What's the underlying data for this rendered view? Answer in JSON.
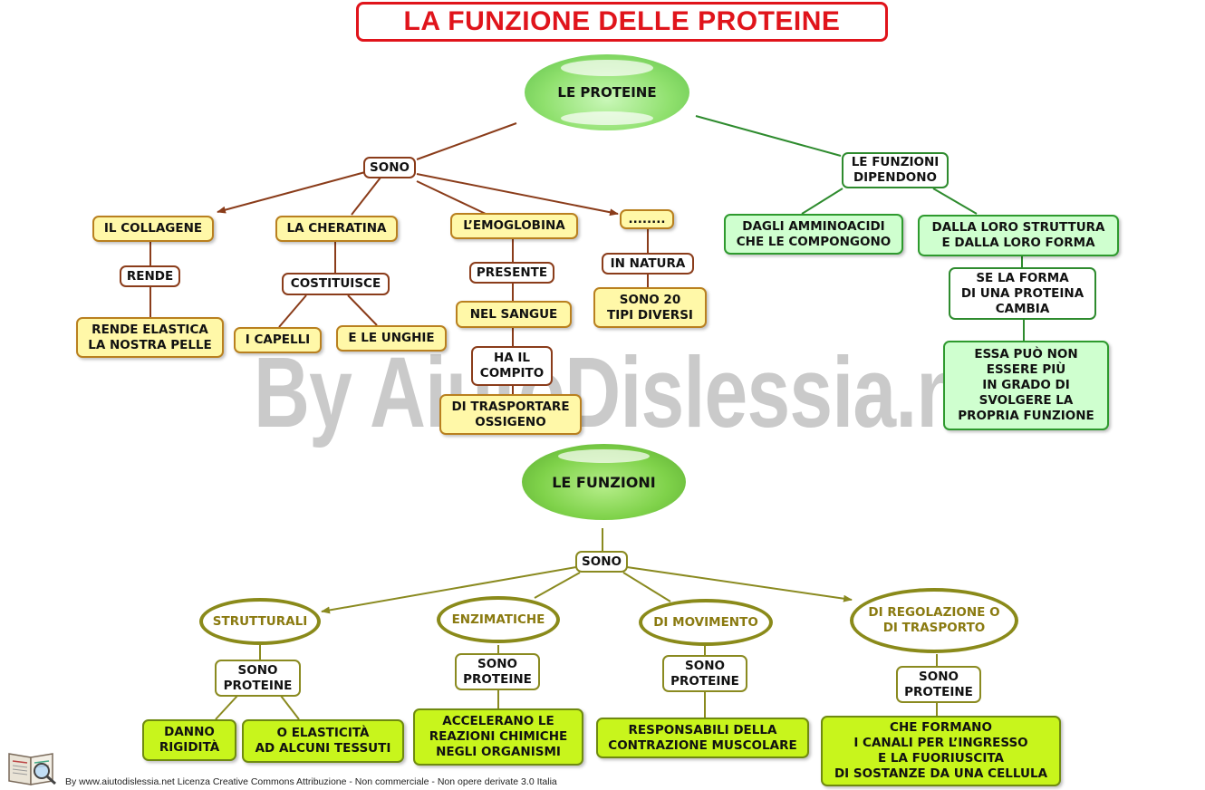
{
  "title": "LA FUNZIONE DELLE PROTEINE",
  "watermark": "By AiutoDislessia.net",
  "footer": "By www.aiutodislessia.net Licenza Creative Commons Attribuzione - Non commerciale - Non opere derivate 3.0 Italia",
  "colors": {
    "title_red": "#e0141b",
    "brown_line": "#8a3c1a",
    "green_line": "#2e8b2e",
    "olive_line": "#8a8a20",
    "yellow_box": "#fff8a8",
    "lightgreen_box": "#cfffcf",
    "lime_box": "#c8f51c"
  },
  "top": {
    "root": "LE PROTEINE",
    "sono": "SONO",
    "collagene": {
      "label": "IL COLLAGENE",
      "verb": "RENDE",
      "result": "RENDE ELASTICA\nLA NOSTRA PELLE"
    },
    "cheratina": {
      "label": "LA CHERATINA",
      "verb": "COSTITUISCE",
      "result_a": "I CAPELLI",
      "result_b": "E LE UNGHIE"
    },
    "emoglobina": {
      "label": "L’EMOGLOBINA",
      "verb": "PRESENTE",
      "place": "NEL SANGUE",
      "verb2": "HA IL\nCOMPITO",
      "result": "DI TRASPORTARE\nOSSIGENO"
    },
    "other": {
      "label": "........",
      "verb": "IN NATURA",
      "result": "SONO 20\nTIPI DIVERSI"
    },
    "funzioni_dipendono": "LE FUNZIONI\nDIPENDONO",
    "amminoacidi": "DAGLI AMMINOACIDI\nCHE LE COMPONGONO",
    "struttura": "DALLA LORO STRUTTURA\nE DALLA LORO FORMA",
    "forma_cambia": "SE LA FORMA\nDI UNA PROTEINA\nCAMBIA",
    "conseguenza": "ESSA PUÒ NON\nESSERE PIÙ\nIN GRADO DI\nSVOLGERE LA\nPROPRIA FUNZIONE"
  },
  "bottom": {
    "root": "LE FUNZIONI",
    "sono": "SONO",
    "strutturali": {
      "label": "STRUTTURALI",
      "sub": "SONO\nPROTEINE",
      "result_a": "DANNO\nRIGIDITÀ",
      "result_b": "O ELASTICITÀ\nAD ALCUNI TESSUTI"
    },
    "enzimatiche": {
      "label": "ENZIMATICHE",
      "sub": "SONO\nPROTEINE",
      "result": "ACCELERANO LE\nREAZIONI CHIMICHE\nNEGLI ORGANISMI"
    },
    "movimento": {
      "label": "DI MOVIMENTO",
      "sub": "SONO\nPROTEINE",
      "result": "RESPONSABILI DELLA\nCONTRAZIONE MUSCOLARE"
    },
    "regolazione": {
      "label": "DI REGOLAZIONE O\nDI TRASPORTO",
      "sub": "SONO\nPROTEINE",
      "result": "CHE FORMANO\nI CANALI PER L’INGRESSO\nE LA FUORIUSCITA\nDI SOSTANZE DA UNA CELLULA"
    }
  }
}
